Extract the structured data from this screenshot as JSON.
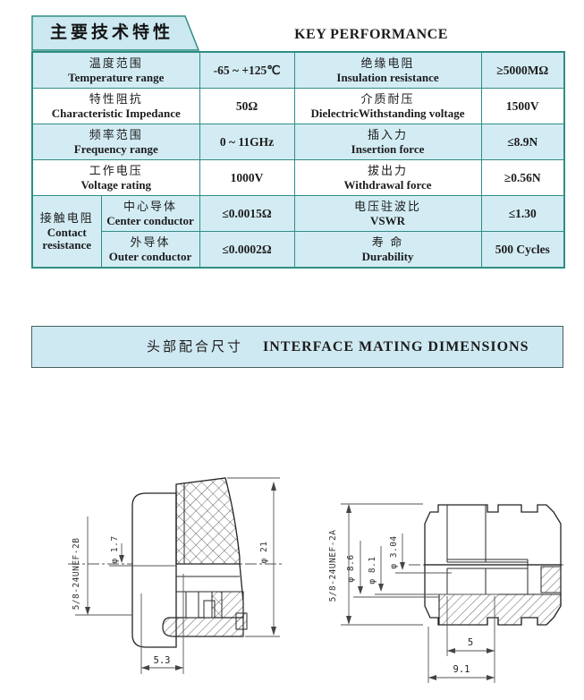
{
  "colors": {
    "cell_cyan": "#d3ecf4",
    "band_cyan": "#cfe9f2",
    "table_border_teal": "#2f8e84",
    "band_border": "#4a5f5f",
    "text": "#1c1c1c",
    "drawing_line": "#232323"
  },
  "header": {
    "title_cn": "主要技术特性",
    "title_en": "KEY PERFORMANCE"
  },
  "table": {
    "rows": [
      {
        "param_cn": "温度范围",
        "param_en": "Temperature range",
        "value": "-65 ~ +125℃",
        "param2_cn": "绝缘电阻",
        "param2_en": "Insulation resistance",
        "value2": "≥5000MΩ"
      },
      {
        "param_cn": "特性阻抗",
        "param_en": "Characteristic Impedance",
        "value": "50Ω",
        "param2_cn": "介质耐压",
        "param2_en": "DielectricWithstanding voltage",
        "value2": "1500V"
      },
      {
        "param_cn": "频率范围",
        "param_en": "Frequency range",
        "value": "0 ~ 11GHz",
        "param2_cn": "插入力",
        "param2_en": "Insertion force",
        "value2": "≤8.9N"
      },
      {
        "param_cn": "工作电压",
        "param_en": "Voltage rating",
        "value": "1000V",
        "param2_cn": "拔出力",
        "param2_en": "Withdrawal force",
        "value2": "≥0.56N"
      }
    ],
    "contact_group": {
      "cn": "接触电阻",
      "en": "Contact resistance"
    },
    "contact_rows": [
      {
        "param_cn": "中心导体",
        "param_en": "Center conductor",
        "value": "≤0.0015Ω",
        "param2_cn": "电压驻波比",
        "param2_en": "VSWR",
        "value2": "≤1.30"
      },
      {
        "param_cn": "外导体",
        "param_en": "Outer conductor",
        "value": "≤0.0002Ω",
        "param2_cn": "寿  命",
        "param2_en": "Durability",
        "value2": "500 Cycles"
      }
    ]
  },
  "section2": {
    "title_cn": "头部配合尺寸",
    "title_en": "INTERFACE MATING DIMENSIONS"
  },
  "drawings": {
    "left": {
      "thread": "5/8-24UNEF-2B",
      "pin_dia": "φ 1.7",
      "outer_dia": "φ 21",
      "depth": "5.3"
    },
    "right": {
      "thread": "5/8-24UNEF-2A",
      "dia1": "φ 8.6",
      "dia2": "φ 8.1",
      "dia3": "φ 3.04",
      "len_inner": "5",
      "len_outer": "9.1"
    }
  }
}
